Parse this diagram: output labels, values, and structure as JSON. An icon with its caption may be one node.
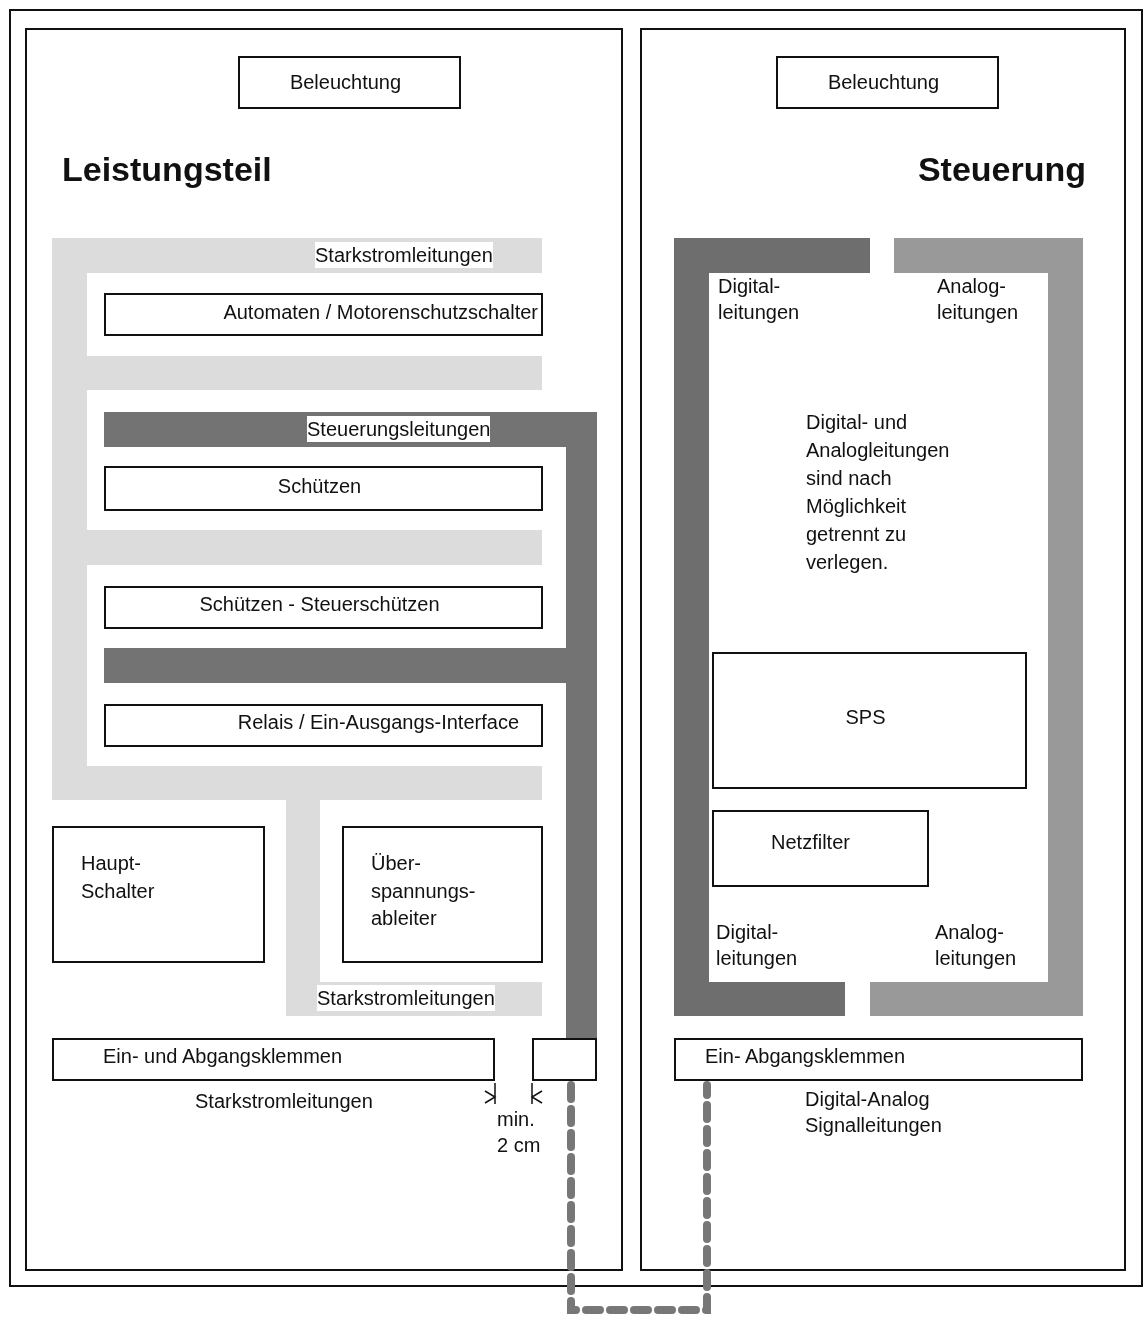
{
  "diagram": {
    "nodes": [
      {
        "text": [
          "Leistungsteil"
        ]
      },
      {
        "text": [
          "Beleuchtung"
        ],
        "in": 0
      },
      {
        "text": [
          "Automaten / Motorenschutzschalter"
        ],
        "in": 0
      },
      {
        "text": [
          "Schützen"
        ],
        "in": 0
      },
      {
        "text": [
          "Schützen - Steuerschützen"
        ],
        "in": 0
      },
      {
        "text": [
          "Relais / Ein-Ausgangs-Interface"
        ],
        "in": 0
      },
      {
        "text": [
          "Haupt- Schalter"
        ],
        "in": 0
      },
      {
        "text": [
          "Über- spannungs- ableiter"
        ],
        "in": 0
      },
      {
        "text": [
          "Ein- und Abgangsklemmen"
        ],
        "in": 0
      },
      {
        "text": [],
        "shape": "box",
        "in": 0
      },
      {
        "text": [
          "Steuerung"
        ]
      },
      {
        "text": [
          "Beleuchtung"
        ],
        "in": 10
      },
      {
        "text": [
          "SPS"
        ],
        "in": 10
      },
      {
        "text": [
          "Netzfilter"
        ],
        "in": 10
      },
      {
        "text": [
          "Ein- Abgangsklemmen"
        ],
        "in": 10
      }
    ],
    "edges": [
      {
        "from": 9,
        "to": 14,
        "arrow": "none",
        "style": "dashed",
        "color": "#777777"
      }
    ],
    "labels": [
      "Starkstromleitungen",
      "Steuerungsleitungen",
      "Starkstromleitungen",
      "Starkstromleitungen",
      "min. 2 cm",
      "Digital- leitungen",
      "Analog- leitungen",
      "Digital- und Analogleitungen sind nach Möglichkeit getrennt zu verlegen.",
      "Digital- leitungen",
      "Analog- leitungen",
      "Digital-Analog Signalleitungen"
    ]
  }
}
